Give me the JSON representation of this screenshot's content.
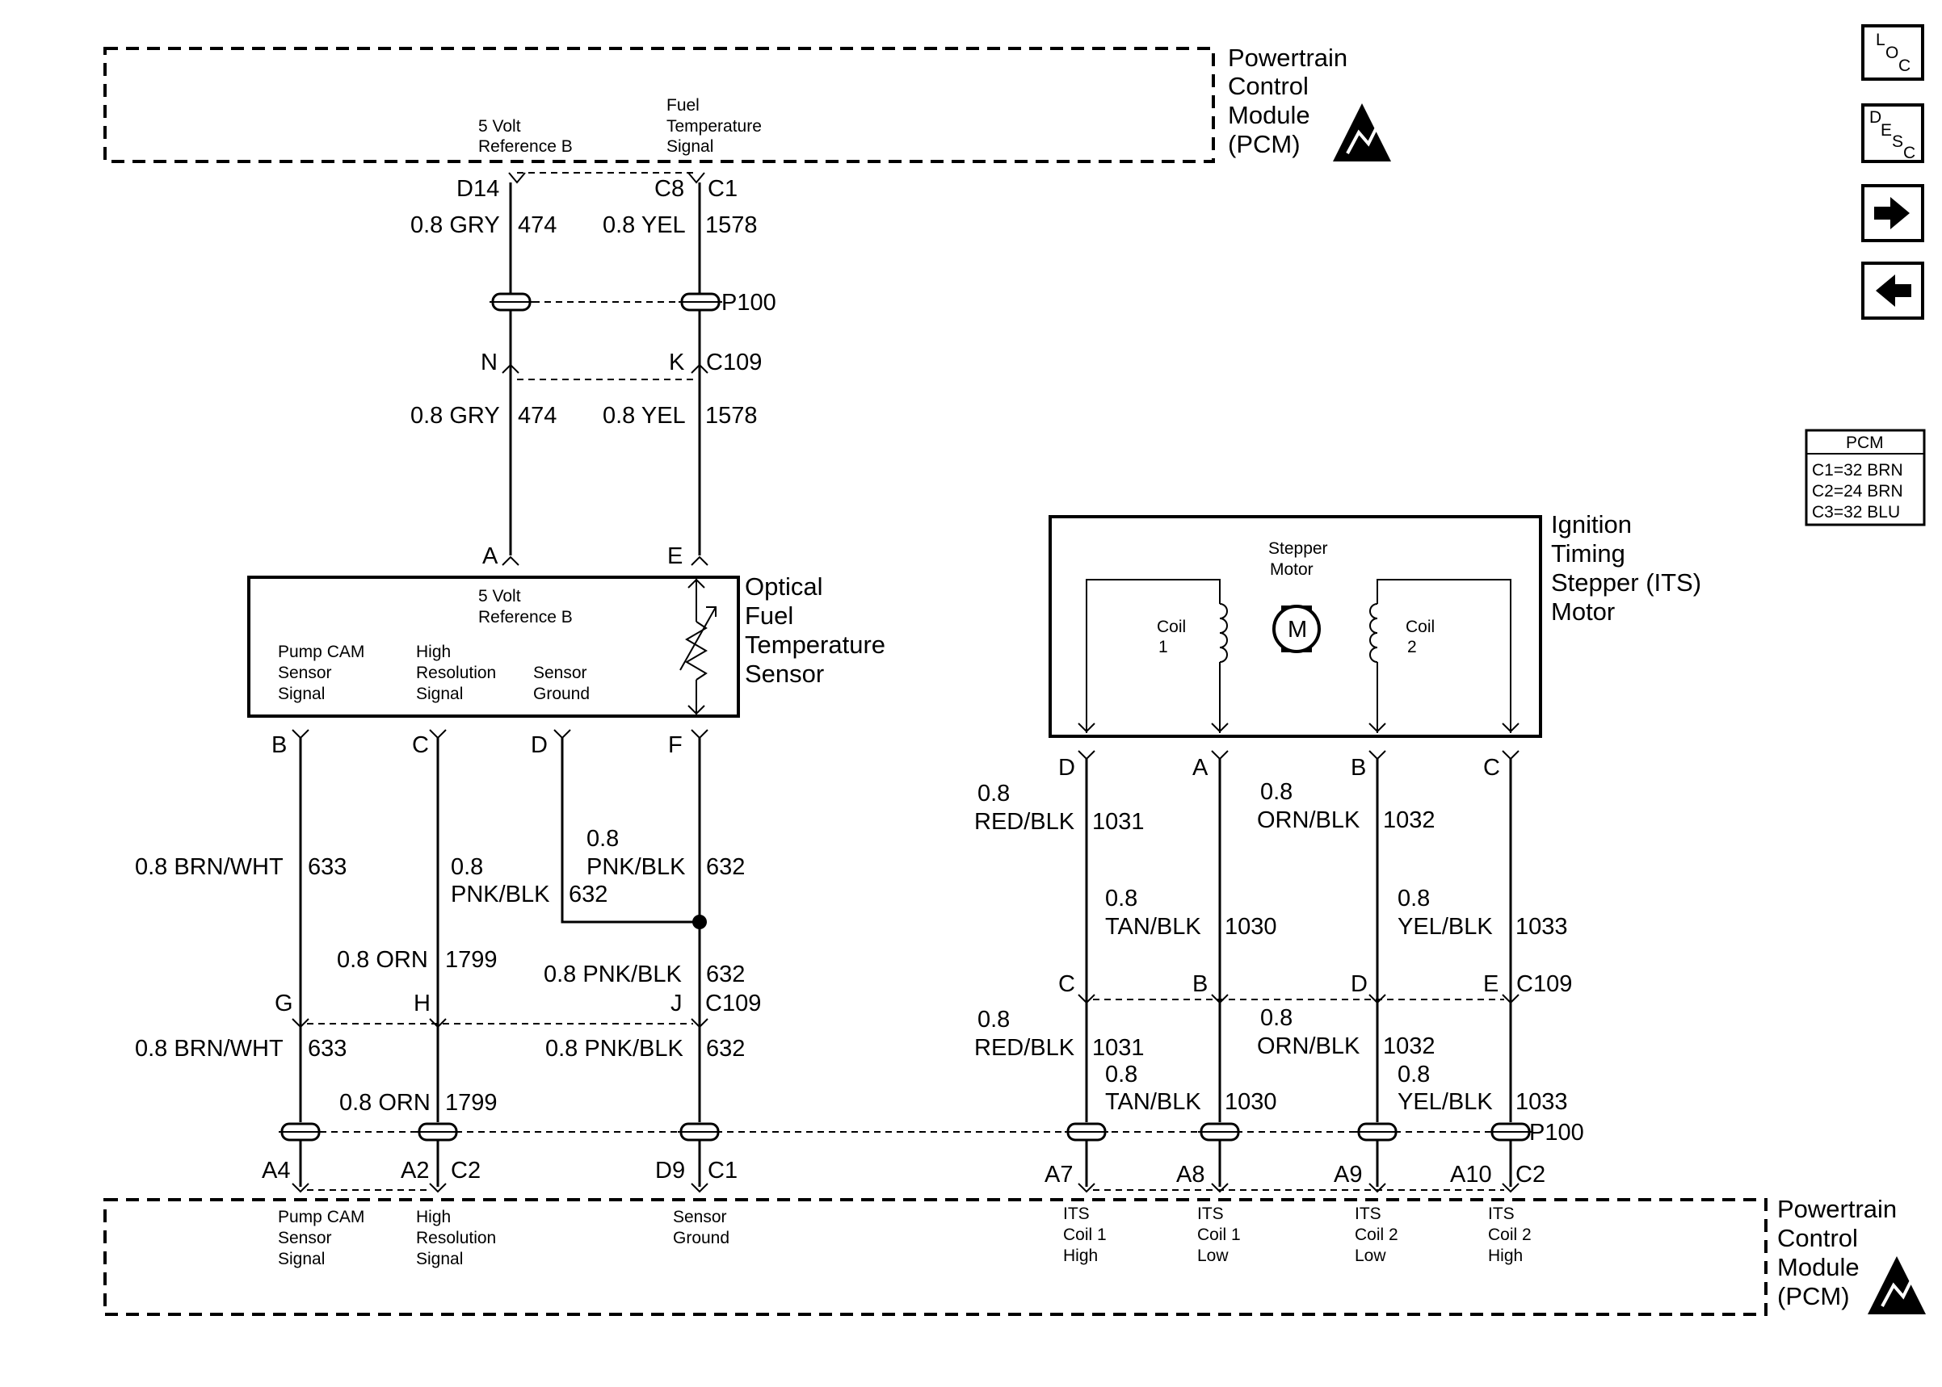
{
  "pcm_top": {
    "title": [
      "Powertrain",
      "Control",
      "Module",
      "(PCM)"
    ],
    "pins": [
      {
        "label": [
          "5 Volt",
          "Reference B"
        ]
      },
      {
        "label": [
          "Fuel",
          "Temperature",
          "Signal"
        ]
      }
    ]
  },
  "pcm_bottom": {
    "title": [
      "Powertrain",
      "Control",
      "Module",
      "(PCM)"
    ],
    "pins": [
      {
        "label": [
          "Pump CAM",
          "Sensor",
          "Signal"
        ]
      },
      {
        "label": [
          "High",
          "Resolution",
          "Signal"
        ]
      },
      {
        "label": [
          "Sensor",
          "Ground"
        ]
      },
      {
        "label": [
          "ITS",
          "Coil 1",
          "High"
        ]
      },
      {
        "label": [
          "ITS",
          "Coil 1",
          "Low"
        ]
      },
      {
        "label": [
          "ITS",
          "Coil 2",
          "Low"
        ]
      },
      {
        "label": [
          "ITS",
          "Coil 2",
          "High"
        ]
      }
    ]
  },
  "sensor": {
    "title": [
      "Optical",
      "Fuel",
      "Temperature",
      "Sensor"
    ],
    "pins": [
      {
        "label": [
          "5 Volt",
          "Reference B"
        ]
      },
      {
        "label": [
          "Pump CAM",
          "Sensor",
          "Signal"
        ]
      },
      {
        "label": [
          "High",
          "Resolution",
          "Signal"
        ]
      },
      {
        "label": [
          "Sensor",
          "Ground"
        ]
      }
    ]
  },
  "its_motor": {
    "title": [
      "Ignition",
      "Timing",
      "Stepper (ITS)",
      "Motor"
    ],
    "motor_label": [
      "Stepper",
      "Motor"
    ],
    "motor_symbol": "M",
    "coil1": [
      "Coil",
      "1"
    ],
    "coil2": [
      "Coil",
      "2"
    ]
  },
  "connectors": {
    "c1": "C1",
    "c2": "C2",
    "c109": "C109",
    "p100": "P100",
    "pins": {
      "d14": "D14",
      "c8": "C8",
      "n": "N",
      "k": "K",
      "a": "A",
      "e": "E",
      "b": "B",
      "c": "C",
      "d": "D",
      "f": "F",
      "g": "G",
      "h": "H",
      "j": "J",
      "a4": "A4",
      "a2": "A2",
      "d9": "D9",
      "its_d": "D",
      "its_a": "A",
      "its_b": "B",
      "its_c": "C",
      "its_c109_c": "C",
      "its_c109_b": "B",
      "its_c109_d": "D",
      "its_c109_e": "E",
      "a7": "A7",
      "a8": "A8",
      "a9": "A9",
      "a10": "A10"
    }
  },
  "wires": {
    "gry474": {
      "gauge_color": "0.8 GRY",
      "circuit": "474"
    },
    "yel1578": {
      "gauge_color": "0.8 YEL",
      "circuit": "1578"
    },
    "brnwht633": {
      "gauge_color": "0.8 BRN/WHT",
      "circuit": "633"
    },
    "orn1799": {
      "gauge_color": "0.8 ORN",
      "circuit": "1799"
    },
    "pnkblk632": {
      "gauge_color": "0.8 PNK/BLK",
      "circuit": "632"
    },
    "pnkblk632_split": {
      "gauge": "0.8",
      "color": "PNK/BLK",
      "circuit": "632"
    },
    "redblk1031": {
      "gauge": "0.8",
      "color": "RED/BLK",
      "circuit": "1031"
    },
    "tanblk1030": {
      "gauge": "0.8",
      "color": "TAN/BLK",
      "circuit": "1030"
    },
    "ornblk1032": {
      "gauge": "0.8",
      "color": "ORN/BLK",
      "circuit": "1032"
    },
    "yelblk1033": {
      "gauge": "0.8",
      "color": "YEL/BLK",
      "circuit": "1033"
    }
  },
  "side_buttons": {
    "loc": [
      "L",
      "O",
      "C"
    ],
    "desc": [
      "D",
      "E",
      "S",
      "C"
    ]
  },
  "pcm_legend": {
    "title": "PCM",
    "rows": [
      "C1=32 BRN",
      "C2=24 BRN",
      "C3=32 BLU"
    ]
  }
}
